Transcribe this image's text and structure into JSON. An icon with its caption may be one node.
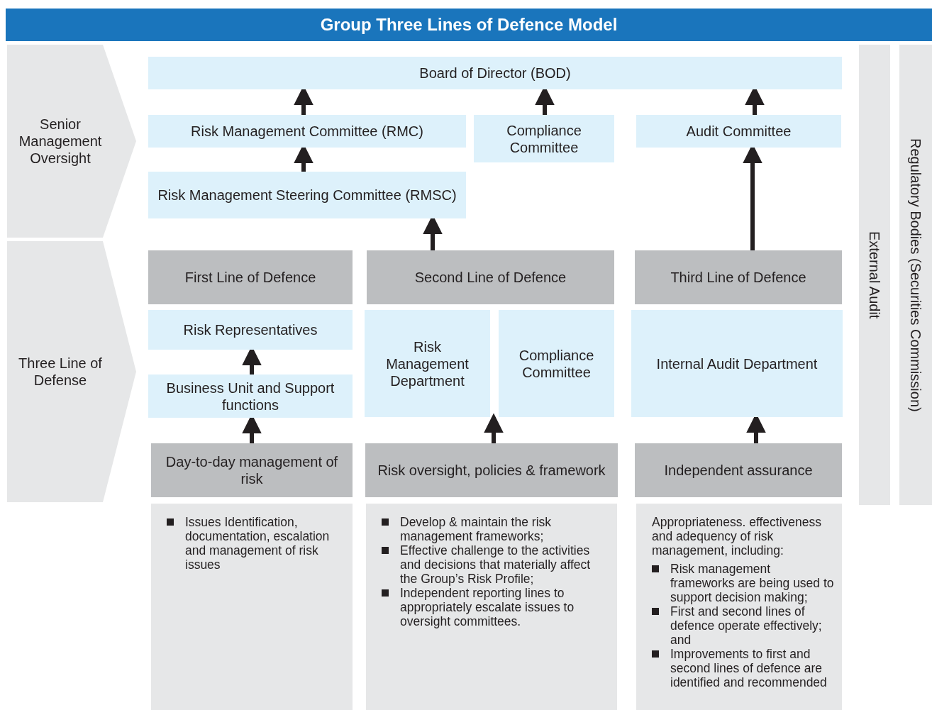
{
  "diagram": {
    "title": "Group Three Lines of Defence Model",
    "nodes": [
      {
        "text": [
          "Senior Management Oversight"
        ]
      },
      {
        "text": [
          "Three Line of Defense"
        ]
      },
      {
        "text": [
          "Board of Director (BOD)"
        ]
      },
      {
        "text": [
          "Risk Management Committee (RMC)"
        ]
      },
      {
        "text": [
          "Compliance Committee"
        ]
      },
      {
        "text": [
          "Audit Committee"
        ]
      },
      {
        "text": [
          "Risk Management Steering Committee (RMSC)"
        ]
      },
      {
        "text": [
          "First Line of Defence"
        ]
      },
      {
        "text": [
          "Second Line of Defence"
        ]
      },
      {
        "text": [
          "Third Line of Defence"
        ]
      },
      {
        "text": [
          "Risk Representatives"
        ]
      },
      {
        "text": [
          "Business Unit and Support functions"
        ]
      },
      {
        "text": [
          "Risk Management Department"
        ]
      },
      {
        "text": [
          "Compliance Committee"
        ]
      },
      {
        "text": [
          "Internal Audit Department"
        ]
      },
      {
        "text": [
          "Day-to-day management of risk"
        ]
      },
      {
        "text": [
          "Risk oversight, policies & framework"
        ]
      },
      {
        "text": [
          "Independent assurance"
        ]
      },
      {
        "text": [
          "Issues Identification, documentation, escalation and management of risk issues"
        ]
      },
      {
        "text": [
          "Develop & maintain the risk management frameworks;",
          "Effective challenge to the activities and decisions that materially affect the Group’s Risk Profile;",
          "Independent reporting lines to appropriately escalate issues to oversight committees."
        ]
      },
      {
        "text": [
          "Appropriateness. effectiveness and adequency of risk management, including:",
          "Risk management frameworks are being used to support decision making;",
          "First and second lines of defence operate effectively; and",
          "Improvements to first and second lines of defence are identified and recommended"
        ]
      },
      {
        "text": [
          "External Audit"
        ]
      },
      {
        "text": [
          "Regulatory Bodies (Securities Commission)"
        ]
      }
    ],
    "edges": [
      {
        "from": 3,
        "to": 2,
        "arrow": "to"
      },
      {
        "from": 4,
        "to": 2,
        "arrow": "to"
      },
      {
        "from": 5,
        "to": 2,
        "arrow": "to"
      },
      {
        "from": 6,
        "to": 3,
        "arrow": "to"
      },
      {
        "from": 8,
        "to": 6,
        "arrow": "to"
      },
      {
        "from": 9,
        "to": 5,
        "arrow": "to"
      },
      {
        "from": 11,
        "to": 10,
        "arrow": "to"
      },
      {
        "from": 15,
        "to": 11,
        "arrow": "to"
      },
      {
        "from": 16,
        "to": 12,
        "arrow": "to"
      },
      {
        "from": 16,
        "to": 13,
        "arrow": "to"
      },
      {
        "from": 17,
        "to": 14,
        "arrow": "to"
      }
    ]
  }
}
